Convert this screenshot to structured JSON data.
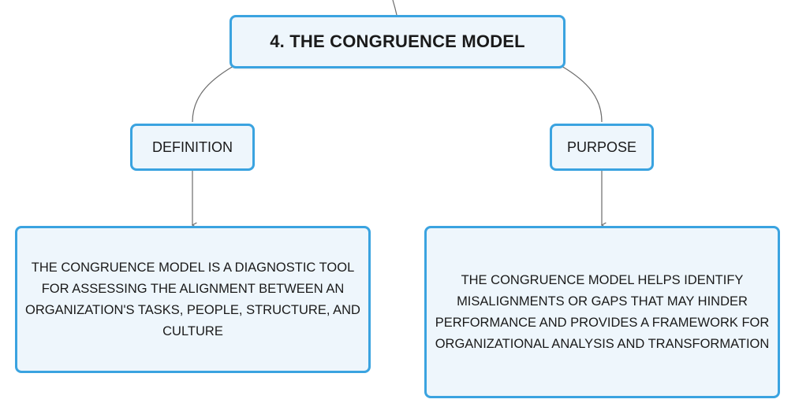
{
  "diagram": {
    "root": {
      "label": "4. THE CONGRUENCE MODEL"
    },
    "branches": [
      {
        "label": "DEFINITION",
        "detail": "THE CONGRUENCE MODEL IS A DIAGNOSTIC TOOL FOR ASSESSING THE ALIGNMENT BETWEEN AN ORGANIZATION'S TASKS, PEOPLE, STRUCTURE, AND CULTURE"
      },
      {
        "label": "PURPOSE",
        "detail": "THE CONGRUENCE MODEL HELPS IDENTIFY MISALIGNMENTS OR GAPS THAT MAY HINDER PERFORMANCE AND PROVIDES A FRAMEWORK FOR ORGANIZATIONAL ANALYSIS AND TRANSFORMATION"
      }
    ],
    "colors": {
      "node_border": "#3aa3e0",
      "node_fill": "#eef6fc",
      "connector": "#6b6b6b",
      "text": "#1a1a1a"
    }
  }
}
